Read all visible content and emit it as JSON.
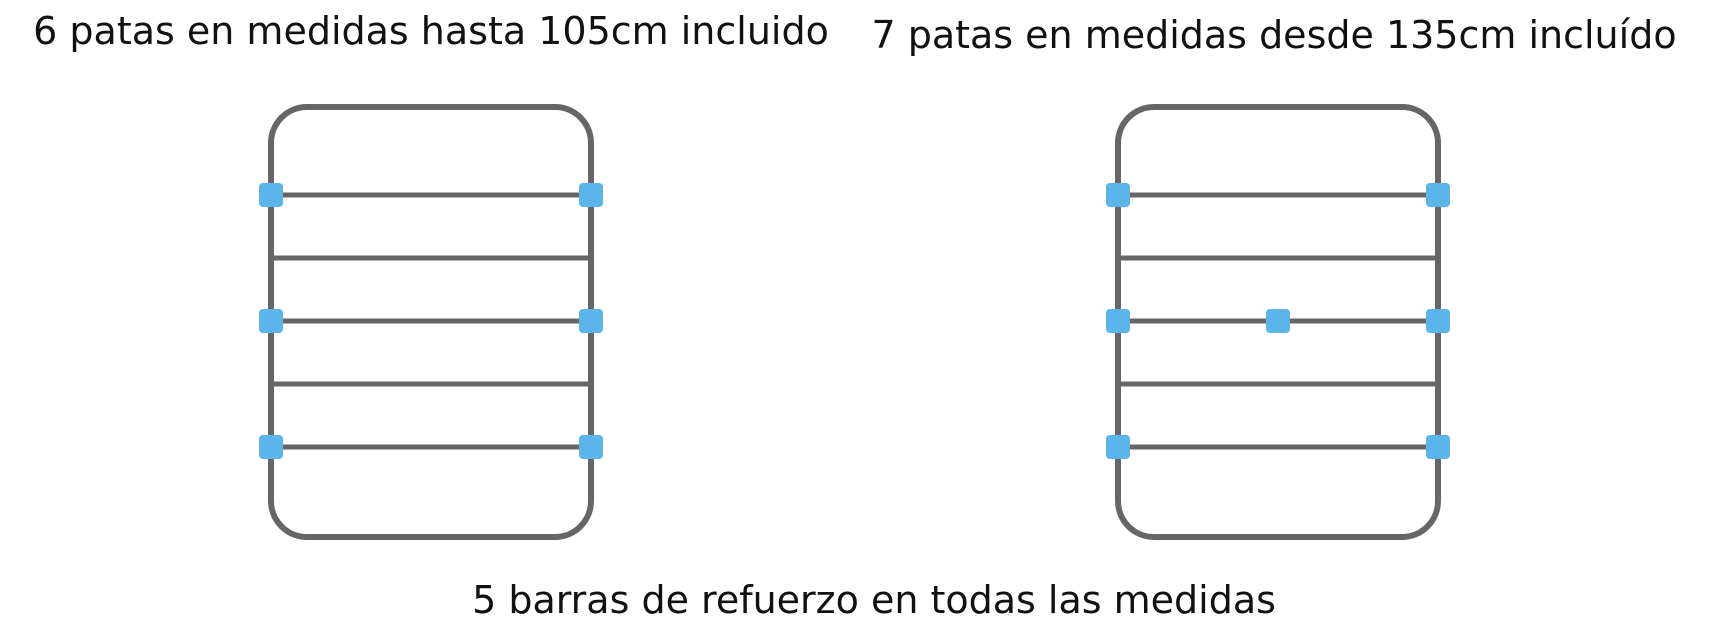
{
  "captions": {
    "left": "6 patas en medidas hasta 105cm incluido",
    "right": "7 patas en medidas desde 135cm incluído",
    "bottom": "5 barras de refuerzo en todas las medidas"
  },
  "colors": {
    "frame_stroke": "#666666",
    "leg_fill": "#5bb5ea"
  },
  "diagrams": [
    {
      "id": "six-legs",
      "leg_count": 6,
      "crossbar_count": 5,
      "center_leg": false
    },
    {
      "id": "seven-legs",
      "leg_count": 7,
      "crossbar_count": 5,
      "center_leg": true
    }
  ]
}
